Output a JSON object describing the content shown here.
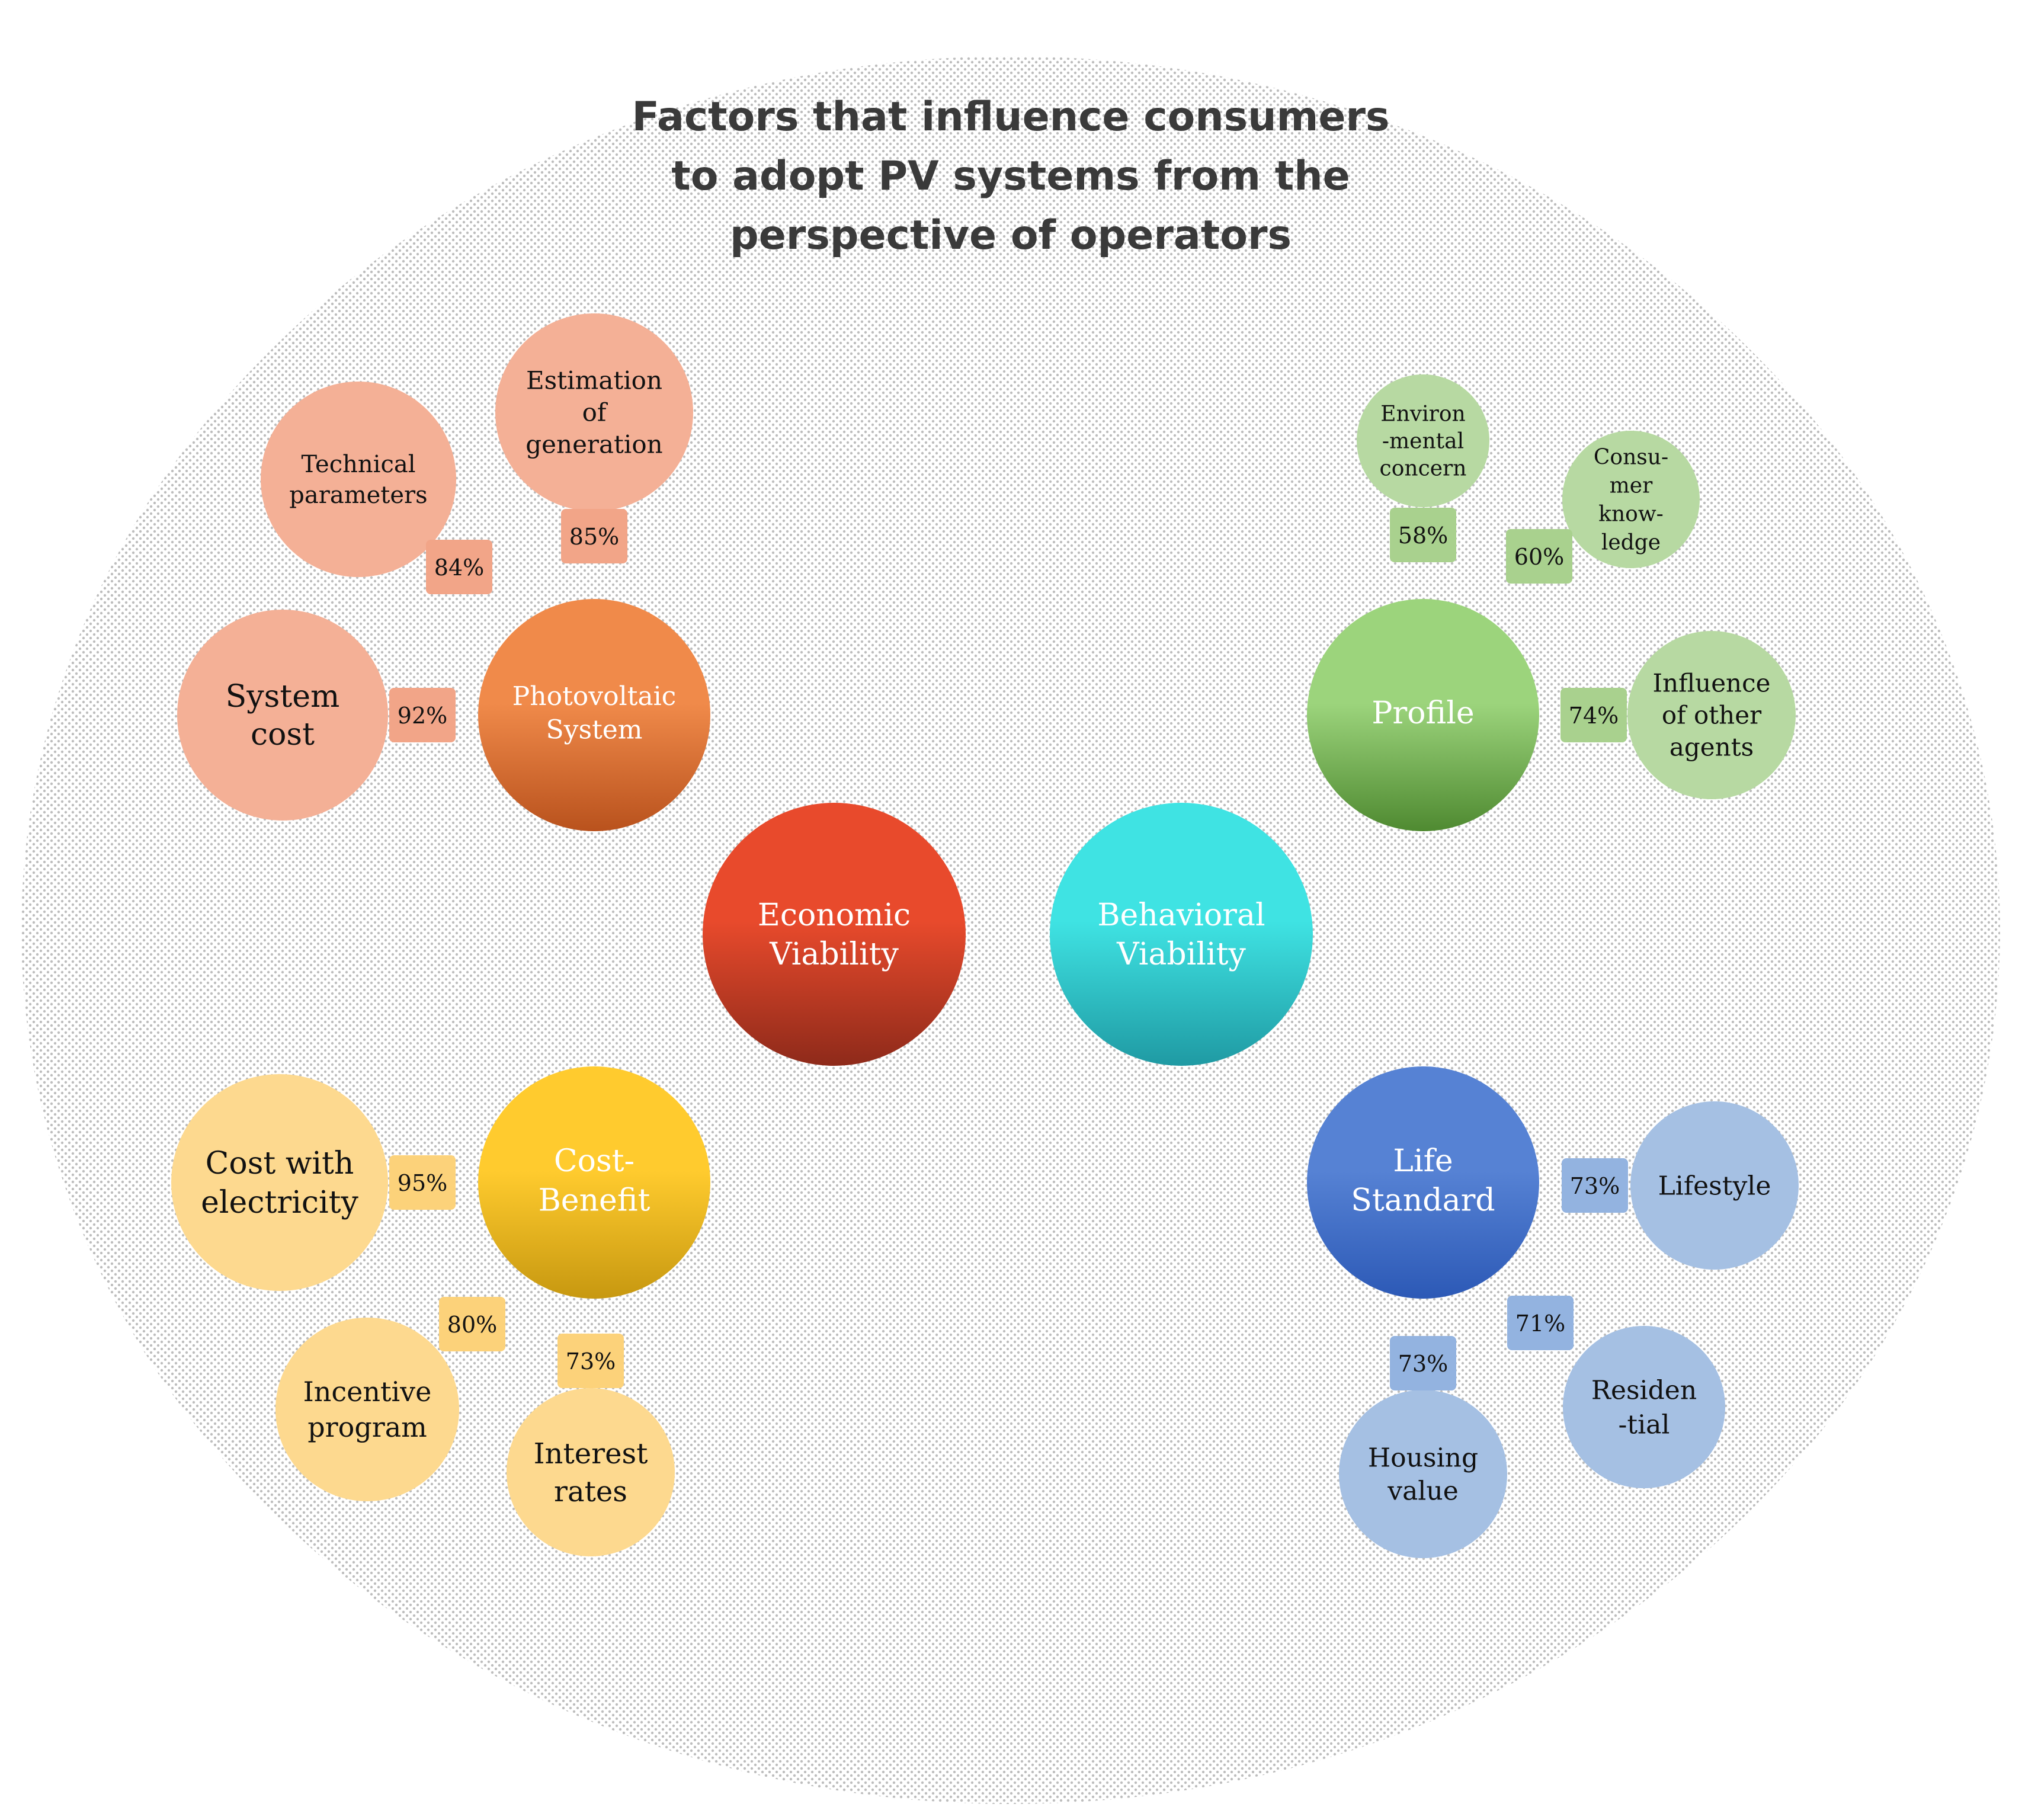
{
  "title": [
    "Factors that influence consumers",
    "to adopt PV systems from the",
    "perspective of operators"
  ],
  "colors": {
    "dot": "#bdbdbd",
    "text_dark": "#111111",
    "text_light": "#ffffff",
    "title": "#3a3a3a",
    "economic": [
      "#e84a2c",
      "#8e2a1a"
    ],
    "behavioral": [
      "#3fe3e3",
      "#1f9aa3"
    ],
    "photovoltaic": [
      "#f08a4a",
      "#b9521d"
    ],
    "profile": [
      "#9cd47c",
      "#4f8a31"
    ],
    "cost_benefit": [
      "#ffcb2e",
      "#c79810"
    ],
    "life_standard": [
      "#5682d4",
      "#2c59b6"
    ],
    "pv_sub": "#f4b096",
    "pv_tag": "#f2a588",
    "profile_sub": "#b7d9a2",
    "profile_tag": "#a9d18e",
    "cost_sub": "#fdd98f",
    "cost_tag": "#fcd27a",
    "life_sub": "#a5c0e3",
    "life_tag": "#93b3e0"
  },
  "hubs": [
    {
      "id": "economic",
      "lines": [
        "Economic",
        "Viability"
      ]
    },
    {
      "id": "behavioral",
      "lines": [
        "Behavioral",
        "Viability"
      ]
    }
  ],
  "categories": [
    {
      "id": "photovoltaic",
      "lines": [
        "Photovoltaic",
        "System"
      ]
    },
    {
      "id": "profile",
      "lines": [
        "Profile"
      ]
    },
    {
      "id": "cost_benefit",
      "lines": [
        "Cost-",
        "Benefit"
      ]
    },
    {
      "id": "life_standard",
      "lines": [
        "Life",
        "Standard"
      ]
    }
  ],
  "factors": [
    {
      "id": "technical",
      "group": "photovoltaic",
      "lines": [
        "Technical",
        "parameters"
      ],
      "percent": "84%"
    },
    {
      "id": "estimation",
      "group": "photovoltaic",
      "lines": [
        "Estimation",
        "of",
        "generation"
      ],
      "percent": "85%"
    },
    {
      "id": "system_cost",
      "group": "photovoltaic",
      "lines": [
        "System",
        "cost"
      ],
      "percent": "92%"
    },
    {
      "id": "environ",
      "group": "profile",
      "lines": [
        "Environ",
        "-mental",
        "concern"
      ],
      "percent": "58%"
    },
    {
      "id": "consumer",
      "group": "profile",
      "lines": [
        "Consu-",
        "mer",
        "know-",
        "ledge"
      ],
      "percent": "60%"
    },
    {
      "id": "influence",
      "group": "profile",
      "lines": [
        "Influence",
        "of other",
        "agents"
      ],
      "percent": "74%"
    },
    {
      "id": "cost_electricity",
      "group": "cost_benefit",
      "lines": [
        "Cost with",
        "electricity"
      ],
      "percent": "95%"
    },
    {
      "id": "incentive",
      "group": "cost_benefit",
      "lines": [
        "Incentive",
        "program"
      ],
      "percent": "80%"
    },
    {
      "id": "interest",
      "group": "cost_benefit",
      "lines": [
        "Interest",
        "rates"
      ],
      "percent": "73%"
    },
    {
      "id": "lifestyle",
      "group": "life_standard",
      "lines": [
        "Lifestyle"
      ],
      "percent": "73%"
    },
    {
      "id": "residential",
      "group": "life_standard",
      "lines": [
        "Residen",
        "-tial"
      ],
      "percent": "71%"
    },
    {
      "id": "housing",
      "group": "life_standard",
      "lines": [
        "Housing",
        "value"
      ],
      "percent": "73%"
    }
  ]
}
